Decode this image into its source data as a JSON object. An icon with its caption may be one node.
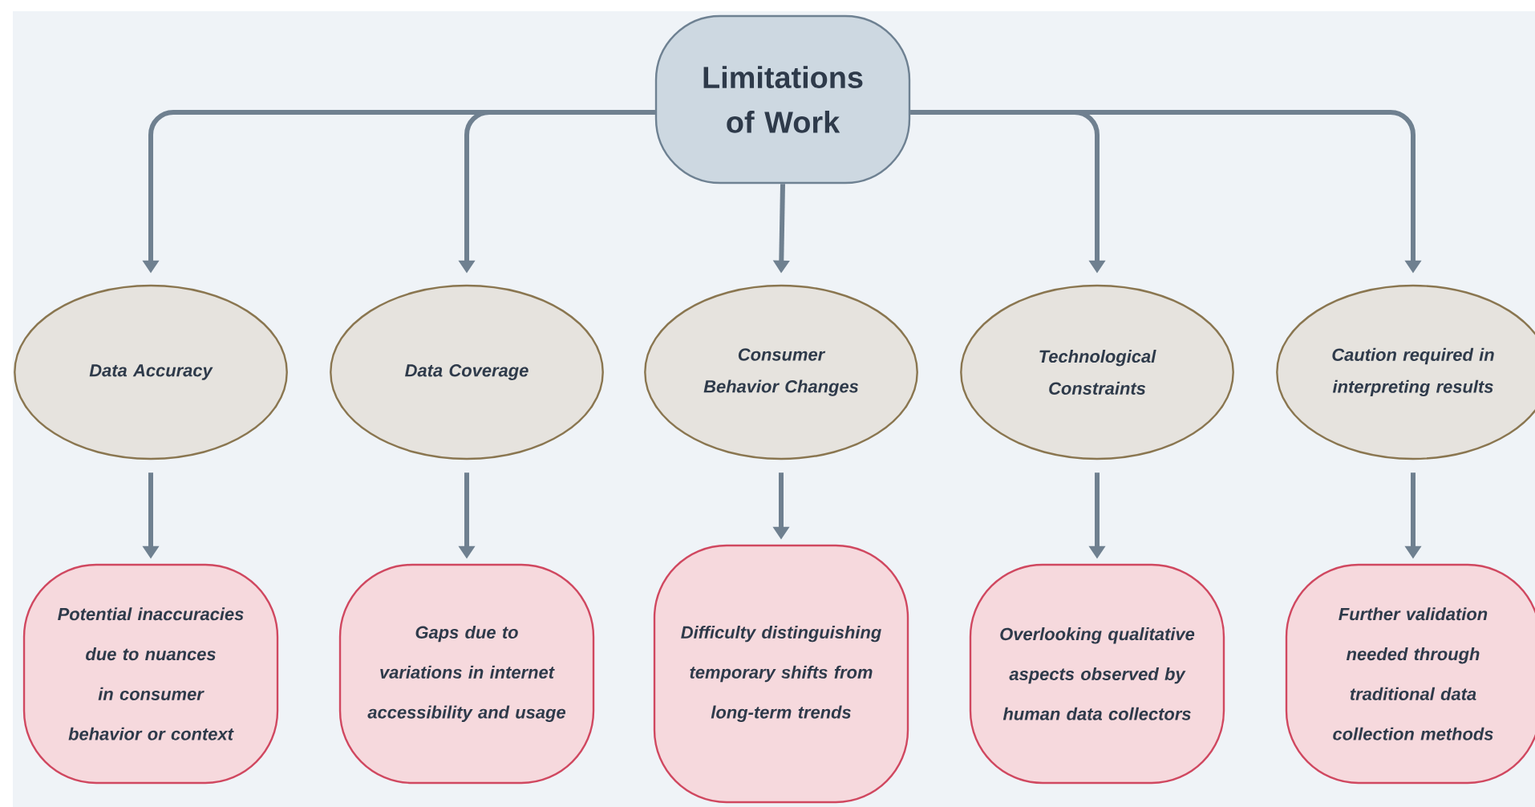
{
  "diagram": {
    "nodes": [
      {
        "text": [
          "Limitations of Work"
        ]
      },
      {
        "text": [
          "Data Accuracy"
        ]
      },
      {
        "text": [
          "Data Coverage"
        ]
      },
      {
        "text": [
          "Consumer Behavior Changes"
        ]
      },
      {
        "text": [
          "Technological Constraints"
        ]
      },
      {
        "text": [
          "Caution required in interpreting results"
        ]
      },
      {
        "text": [
          "Potential inaccuracies due to nuances in consumer behavior or context"
        ]
      },
      {
        "text": [
          "Gaps due to variations in internet accessibility and usage"
        ]
      },
      {
        "text": [
          "Difficulty distinguishing temporary shifts from long-term trends"
        ]
      },
      {
        "text": [
          "Overlooking qualitative aspects observed by human data collectors"
        ]
      },
      {
        "text": [
          "Further validation needed through traditional data collection methods"
        ]
      }
    ],
    "edges": [
      {
        "from": 0,
        "to": 1,
        "arrow": "to"
      },
      {
        "from": 0,
        "to": 2,
        "arrow": "to"
      },
      {
        "from": 0,
        "to": 3,
        "arrow": "to"
      },
      {
        "from": 0,
        "to": 4,
        "arrow": "to"
      },
      {
        "from": 0,
        "to": 5,
        "arrow": "to"
      },
      {
        "from": 1,
        "to": 6,
        "arrow": "to"
      },
      {
        "from": 2,
        "to": 7,
        "arrow": "to"
      },
      {
        "from": 3,
        "to": 8,
        "arrow": "to"
      },
      {
        "from": 4,
        "to": 9,
        "arrow": "to"
      },
      {
        "from": 5,
        "to": 10,
        "arrow": "to"
      }
    ]
  }
}
